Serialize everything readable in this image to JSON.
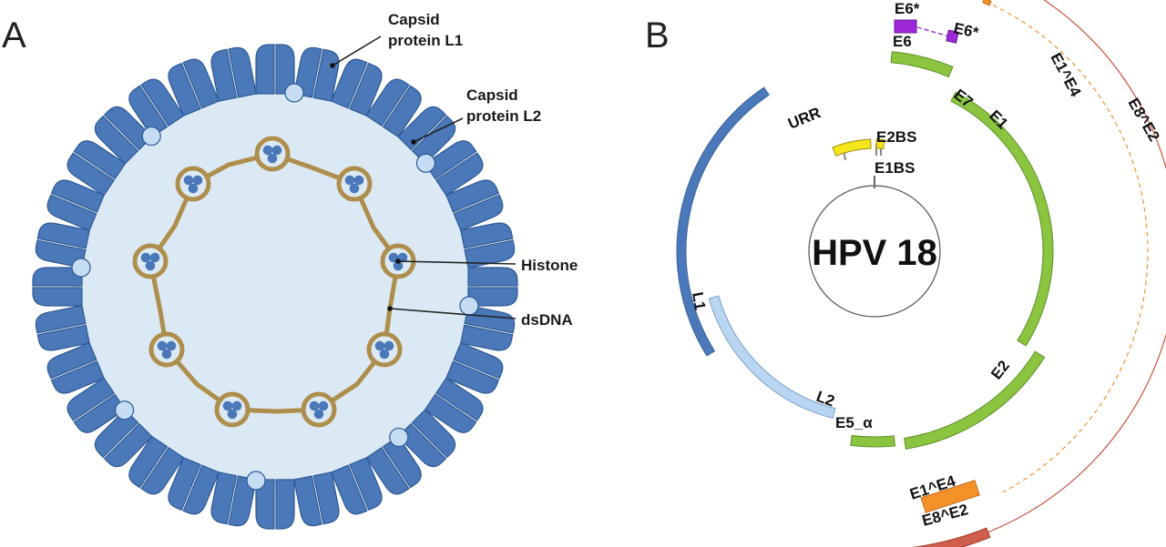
{
  "panel_a": {
    "letter": "A",
    "labels": {
      "capsid_l1": [
        "Capsid",
        "protein L1"
      ],
      "capsid_l2": [
        "Capsid",
        "protein L2"
      ],
      "histone": "Histone",
      "dsdna": "dsDNA"
    },
    "colors": {
      "capsomere": "#4a78b8",
      "capsomere_outline": "#2f5a95",
      "interior": "#dbe9f4",
      "l2_protein": "#c5dcf3",
      "dna": "#ae8e4c",
      "nucleosome_fill": "#dbe9f4"
    }
  },
  "panel_b": {
    "letter": "B",
    "center_label": "HPV 18",
    "genes": {
      "E6": "E6",
      "E6_star_1": "E6*",
      "E6_star_2": "E6*",
      "E7": "E7",
      "E1": "E1",
      "E2": "E2",
      "E5_alpha": "E5_α",
      "L2": "L2",
      "L1": "L1",
      "URR": "URR",
      "E2BS": "E2BS",
      "E1BS": "E1BS",
      "E1E4_outer": "E1^E4",
      "E1E4_box": "E1^E4",
      "E8E2_outer": "E8^E2",
      "E8E2_box": "E8^E2"
    },
    "colors": {
      "early": "#8bc53f",
      "early_outline": "#5f8f2a",
      "l1": "#4a78b8",
      "l2": "#b8d5f2",
      "urr": "#f5e51b",
      "e6star": "#9c27d6",
      "e1e4": "#f4922a",
      "e8e2": "#cf5f4b"
    }
  }
}
